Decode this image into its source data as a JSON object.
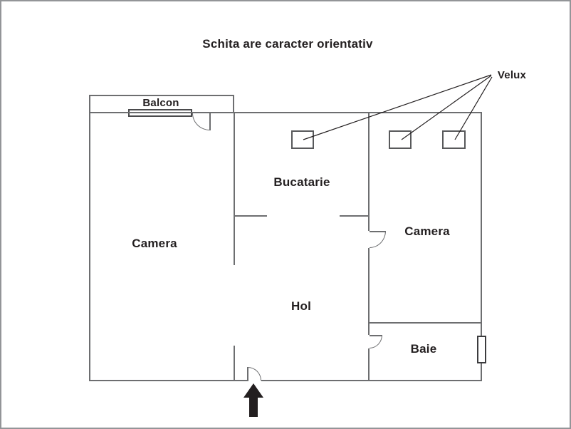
{
  "title": "Schita are caracter orientativ",
  "rooms": {
    "balcony": "Balcon",
    "camera_left": "Camera",
    "kitchen": "Bucatarie",
    "hall": "Hol",
    "camera_right": "Camera",
    "bathroom": "Baie"
  },
  "skylights": {
    "label": "Velux",
    "count": 3
  },
  "entrance": {
    "symbol": "up-arrow"
  },
  "colors": {
    "wall": "#6d6e70",
    "text": "#231f20",
    "outer_border": "#939598",
    "annotation_line": "#231f20",
    "arrow": "#231f20"
  }
}
